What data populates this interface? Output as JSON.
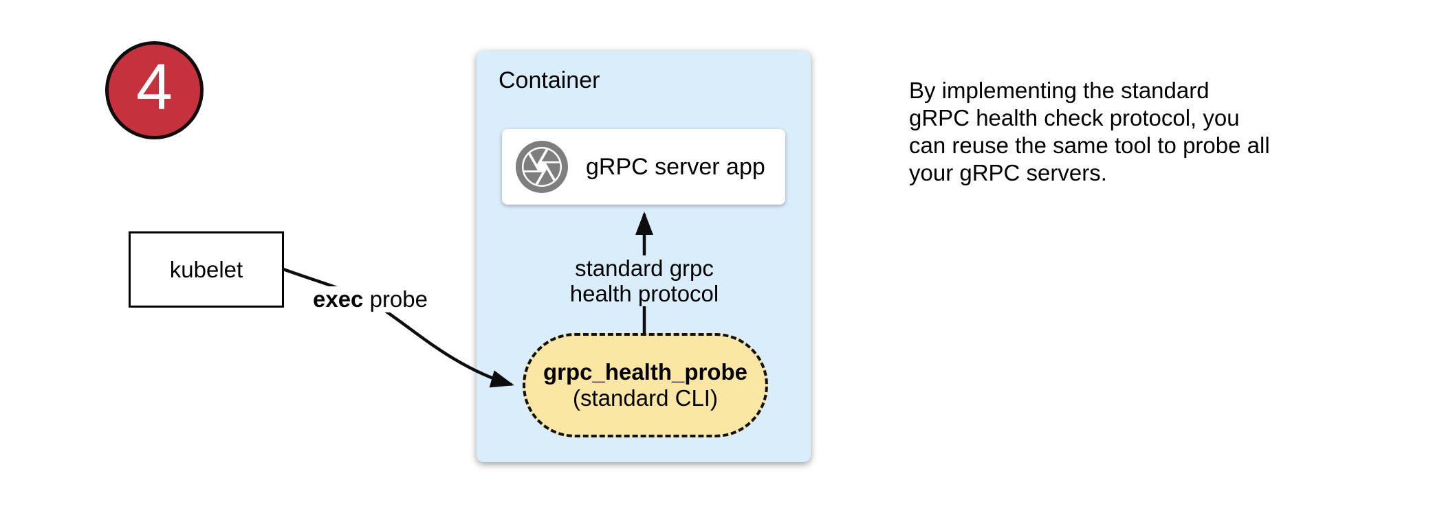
{
  "badge": {
    "number": "4",
    "fill_color": "#C5323E",
    "border_color": "#0d0d0d"
  },
  "kubelet": {
    "label": "kubelet"
  },
  "exec_probe_label": {
    "bold": "exec",
    "rest": " probe"
  },
  "container": {
    "title": "Container",
    "bg_color": "#D9EDFB",
    "server_box": {
      "label": "gRPC server app",
      "icon": "grpc-aperture-icon",
      "icon_color": "#7E7E7E",
      "bg_color": "#FFFFFF"
    },
    "protocol_label": {
      "line1": "standard grpc",
      "line2": "health protocol"
    },
    "probe_box": {
      "title": "grpc_health_probe",
      "subtitle": "(standard CLI)",
      "bg_color": "#FBE7A4",
      "border_style": "dashed"
    }
  },
  "caption": {
    "lines": [
      "By implementing the standard",
      "gRPC health check protocol, you",
      "can reuse the same tool to probe all",
      "your gRPC servers."
    ]
  }
}
